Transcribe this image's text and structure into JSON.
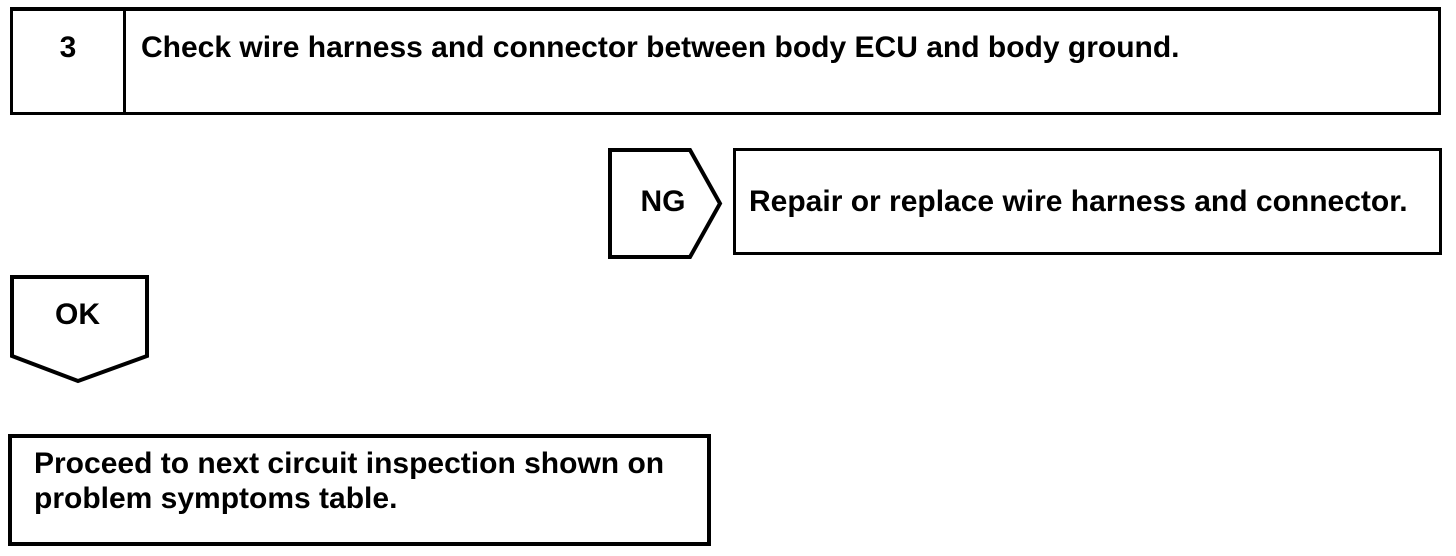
{
  "colors": {
    "ink": "#000000",
    "background": "#ffffff"
  },
  "step": {
    "number": "3",
    "instruction": "Check wire harness and connector between body ECU and body ground."
  },
  "ng_branch": {
    "label": "NG",
    "action": "Repair or replace wire harness and connector."
  },
  "ok_branch": {
    "label": "OK",
    "action": "Proceed to next circuit inspection shown on problem symptoms table."
  }
}
